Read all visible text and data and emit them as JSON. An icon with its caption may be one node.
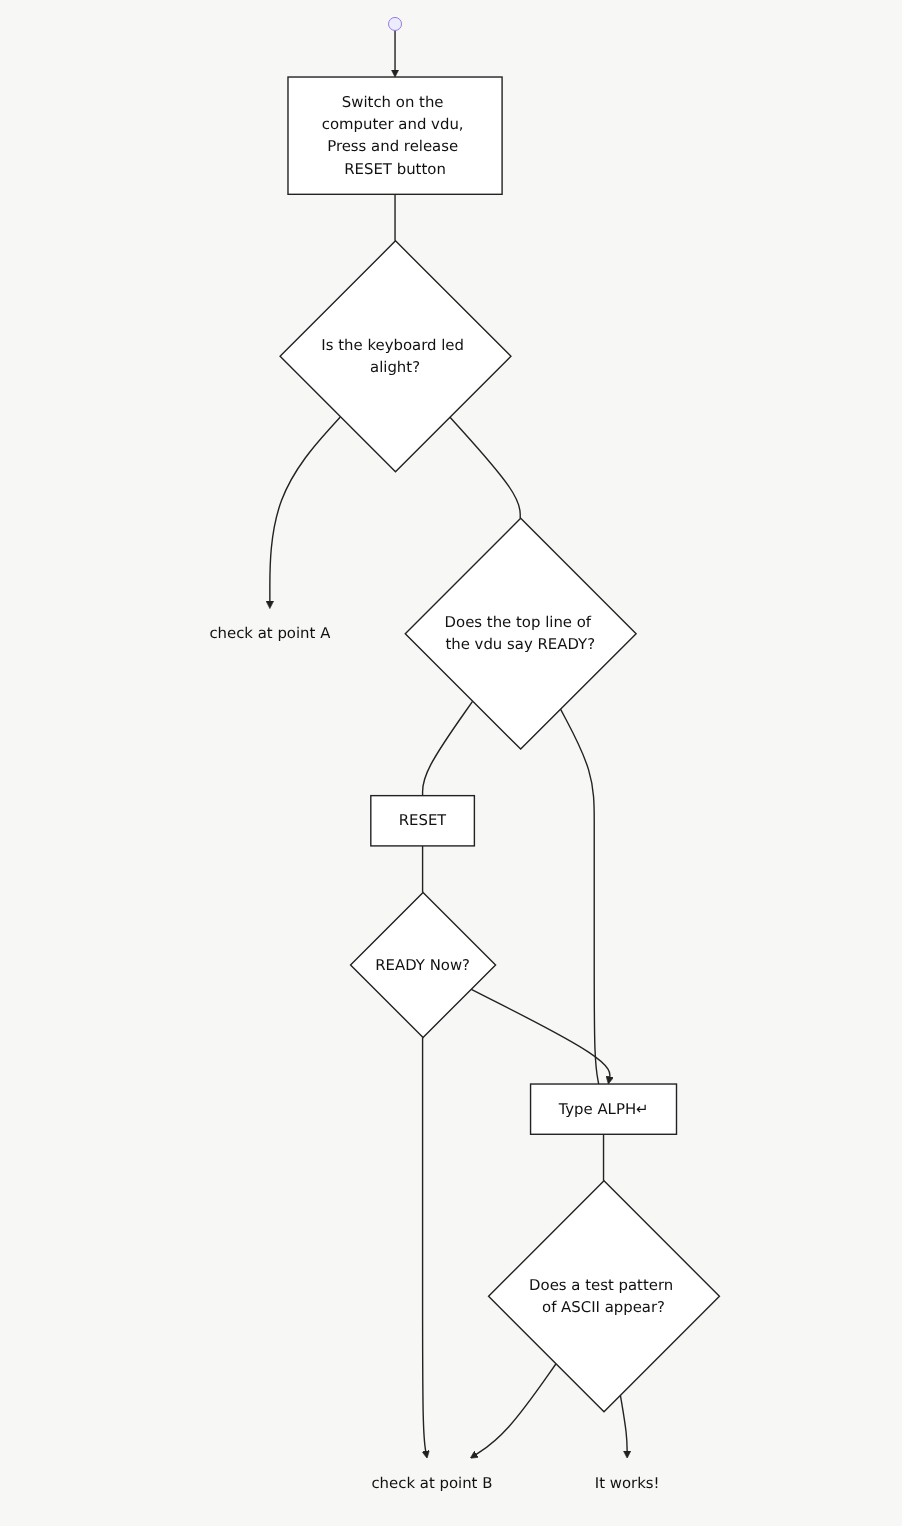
{
  "diagram": {
    "nodes": [
      {
        "text": [
          "Switch on the computer and vdu, Press and release RESET button"
        ]
      },
      {
        "text": [
          "Is the keyboard led alight?"
        ]
      },
      {
        "text": [
          "check at point A"
        ]
      },
      {
        "text": [
          "Does the top line of the vdu say READY?"
        ]
      },
      {
        "text": [
          "RESET"
        ]
      },
      {
        "text": [
          "READY Now?"
        ]
      },
      {
        "text": [
          "Type ALPH↵"
        ]
      },
      {
        "text": [
          "Does a test pattern of ASCII appear?"
        ]
      },
      {
        "text": [
          "check at point B"
        ]
      },
      {
        "text": [
          "It works!"
        ]
      }
    ],
    "edges": [
      {
        "from": null,
        "to": 0,
        "arrow": "to"
      },
      {
        "from": 0,
        "to": 1,
        "arrow": "none"
      },
      {
        "from": 1,
        "to": 2,
        "arrow": "to"
      },
      {
        "from": 1,
        "to": 3,
        "arrow": "none"
      },
      {
        "from": 3,
        "to": 4,
        "arrow": "none"
      },
      {
        "from": 3,
        "to": 6,
        "arrow": "none"
      },
      {
        "from": 4,
        "to": 5,
        "arrow": "none"
      },
      {
        "from": 5,
        "to": 6,
        "arrow": "to"
      },
      {
        "from": 5,
        "to": 8,
        "arrow": "to"
      },
      {
        "from": 6,
        "to": 7,
        "arrow": "none"
      },
      {
        "from": 7,
        "to": 8,
        "arrow": "to"
      },
      {
        "from": 7,
        "to": 9,
        "arrow": "to"
      }
    ]
  }
}
